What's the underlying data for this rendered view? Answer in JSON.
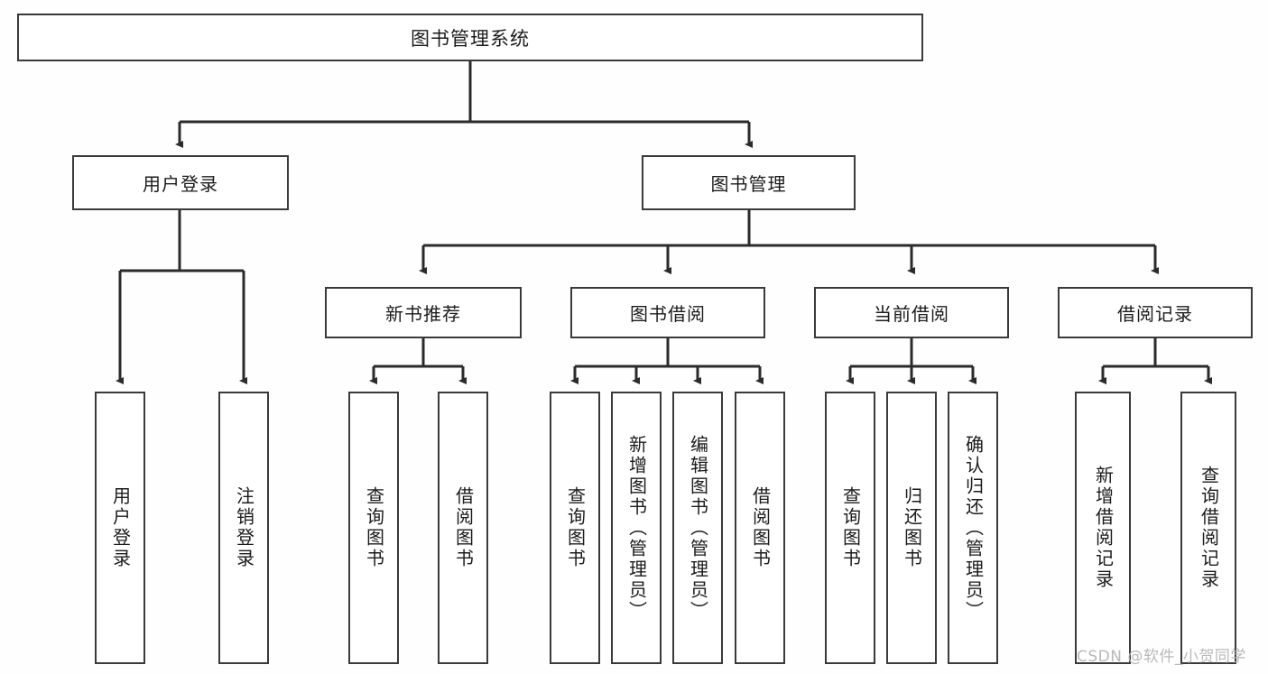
{
  "diagram": {
    "title": "图书管理系统",
    "type": "tree-hierarchy-diagram",
    "colors": {
      "background": "#fefefe",
      "box_fill": "#ffffff",
      "box_border": "#3a3a3a",
      "connector": "#2b2b2b",
      "text": "#1b1b1b",
      "watermark": "#b9b9b9"
    }
  },
  "root": {
    "label": "图书管理系统"
  },
  "level1": [
    {
      "label": "用户登录"
    },
    {
      "label": "图书管理"
    }
  ],
  "level2": [
    {
      "label": "新书推荐"
    },
    {
      "label": "图书借阅"
    },
    {
      "label": "当前借阅"
    },
    {
      "label": "借阅记录"
    }
  ],
  "leaves": {
    "user_login": [
      {
        "label": "用户登录"
      },
      {
        "label": "注销登录"
      }
    ],
    "new_book_recommend": [
      {
        "label": "查询图书"
      },
      {
        "label": "借阅图书"
      }
    ],
    "book_borrow": [
      {
        "label": "查询图书"
      },
      {
        "label": "新增图书（管理员）"
      },
      {
        "label": "编辑图书（管理员）"
      },
      {
        "label": "借阅图书"
      }
    ],
    "current_borrow": [
      {
        "label": "查询图书"
      },
      {
        "label": "归还图书"
      },
      {
        "label": "确认归还（管理员）"
      }
    ],
    "borrow_record": [
      {
        "label": "新增借阅记录"
      },
      {
        "label": "查询借阅记录"
      }
    ]
  },
  "watermark": {
    "text": "CSDN @软件_小贺同学"
  }
}
